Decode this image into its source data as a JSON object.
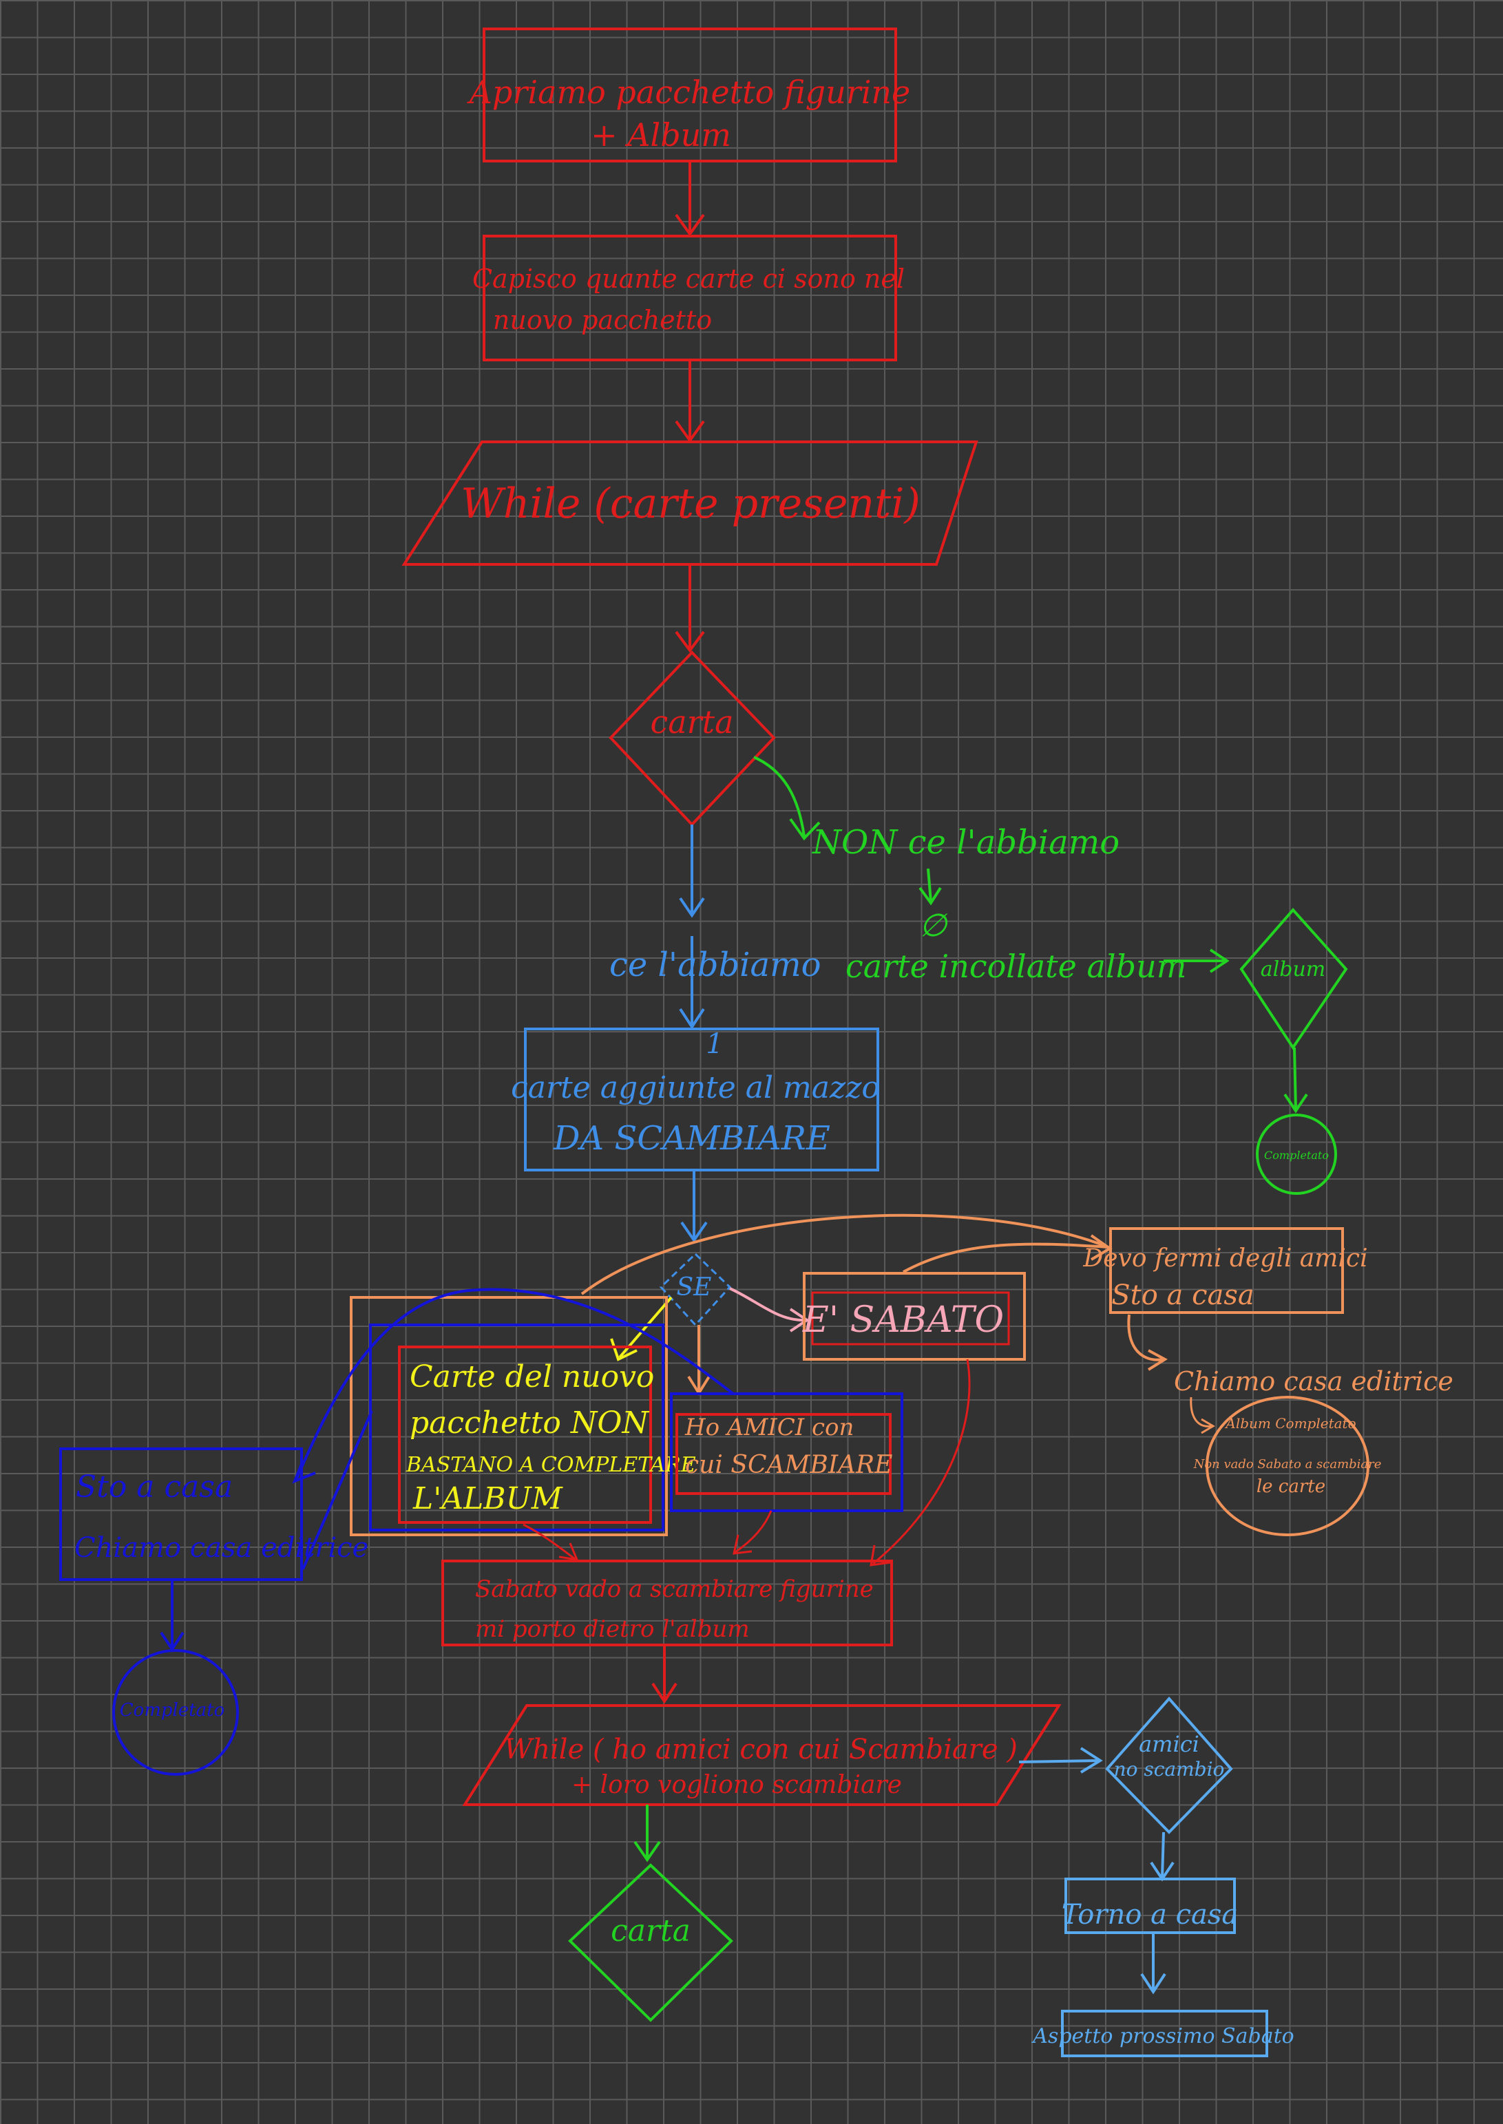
{
  "colors": {
    "background": "#323232",
    "grid": "#5a5a5a",
    "red": "#e11c1c",
    "green": "#22d322",
    "lightblue": "#3f8fe8",
    "darkblue": "#1414d8",
    "yellow": "#f2f21a",
    "orange": "#f0935a",
    "pink": "#f7a6b8",
    "skyblue": "#5aaaf0"
  },
  "nodes": {
    "start_line1": "Apriamo pacchetto figurine",
    "start_line2": "+ Album",
    "count_line1": "Capisco quante carte ci sono nel",
    "count_line2": "nuovo pacchetto",
    "while_cards": "While (carte presenti)",
    "decision_card": "carta",
    "no_have": "NON ce l'abbiamo",
    "empty_set": "∅",
    "glued": "carte incollate album",
    "decision_album": "album",
    "completed_green": "Completato",
    "have": "ce l'abbiamo",
    "swap_number": "1",
    "swap_line1": "carte aggiunte al mazzo",
    "swap_line2": "DA SCAMBIARE",
    "decision_se": "SE",
    "saturday": "E' SABATO",
    "not_enough_line1": "Carte del nuovo",
    "not_enough_line2": "pacchetto NON",
    "not_enough_line3": "BASTANO A COMPLETARE",
    "not_enough_line4": "L'ALBUM",
    "friends_line1": "Ho AMICI con",
    "friends_line2": "cui SCAMBIARE",
    "home_line1": "Sto a casa",
    "home_line2": "Chiamo casa editrice",
    "completed_blue": "Completato",
    "friends_away_line1": "Devo fermi degli amici",
    "friends_away_line2": "Sto a casa",
    "call_publisher": "Chiamo casa editrice",
    "album_circle_line1": "Album Completato",
    "album_circle_line2": "Non vado Sabato a scambiare",
    "album_circle_line3": "le carte",
    "saturday_swap_line1": "Sabato vado a scambiare figurine",
    "saturday_swap_line2": "mi porto dietro l'album",
    "while_friends_line1": "While ( ho amici con cui Scambiare )",
    "while_friends_line2": "+ loro vogliono scambiare",
    "decision_card_2": "carta",
    "decision_friends_line1": "amici",
    "decision_friends_line2": "no scambio",
    "back_home": "Torno a casa",
    "wait_saturday": "Aspetto prossimo Sabato"
  }
}
